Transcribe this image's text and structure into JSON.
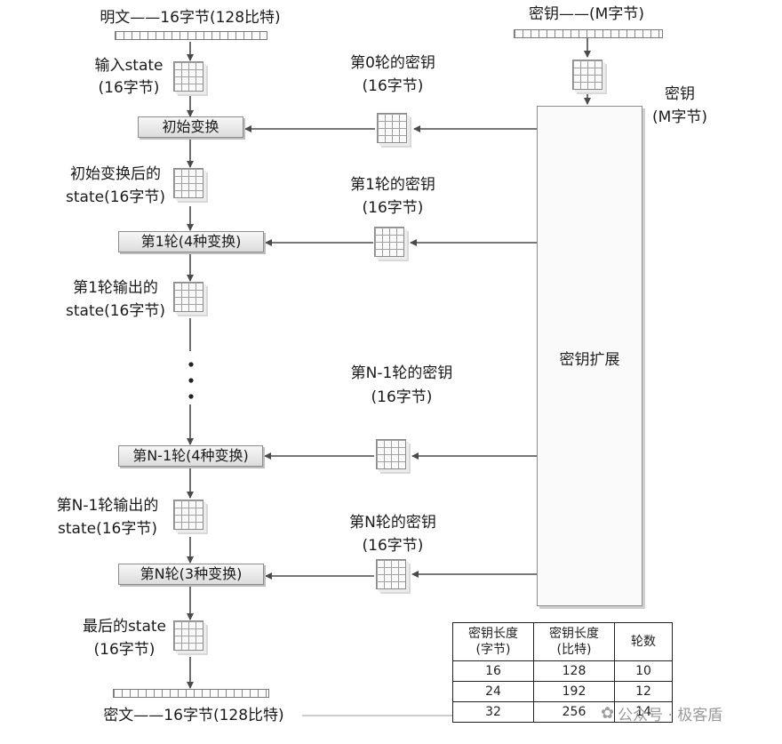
{
  "labels": {
    "plaintext": "明文——16字节(128比特)",
    "key_top": "密钥——(M字节)",
    "key_side_1": "密钥",
    "key_side_2": "(M字节)",
    "input_state_1": "输入state",
    "input_state_2": "(16字节)",
    "round0_key_1": "第0轮的密钥",
    "round0_key_2": "(16字节)",
    "after_init_1": "初始变换后的",
    "after_init_2": "state(16字节)",
    "round1_key_1": "第1轮的密钥",
    "round1_key_2": "(16字节)",
    "round1_out_1": "第1轮输出的",
    "round1_out_2": "state(16字节)",
    "roundN1_key_1": "第N-1轮的密钥",
    "roundN1_key_2": "(16字节)",
    "roundN1_out_1": "第N-1轮输出的",
    "roundN1_out_2": "state(16字节)",
    "roundN_key_1": "第N轮的密钥",
    "roundN_key_2": "(16字节)",
    "final_state_1": "最后的state",
    "final_state_2": "(16字节)",
    "ciphertext": "密文——16字节(128比特)"
  },
  "boxes": {
    "initial": "初始变换",
    "round1": "第1轮(4种变换)",
    "roundN1": "第N-1轮(4种变换)",
    "roundN": "第N轮(3种变换)",
    "key_expansion": "密钥扩展"
  },
  "table": {
    "headers": [
      [
        "密钥长度",
        "(字节)"
      ],
      [
        "密钥长度",
        "(比特)"
      ],
      [
        "轮数"
      ]
    ],
    "rows": [
      [
        "16",
        "128",
        "10"
      ],
      [
        "24",
        "192",
        "12"
      ],
      [
        "32",
        "256",
        "14"
      ]
    ]
  },
  "watermark": {
    "text": "公众号 · 极客盾",
    "icon": "wechat-icon"
  },
  "colors": {
    "line": "#4a4a4a",
    "box_border": "#8c8c8c"
  }
}
